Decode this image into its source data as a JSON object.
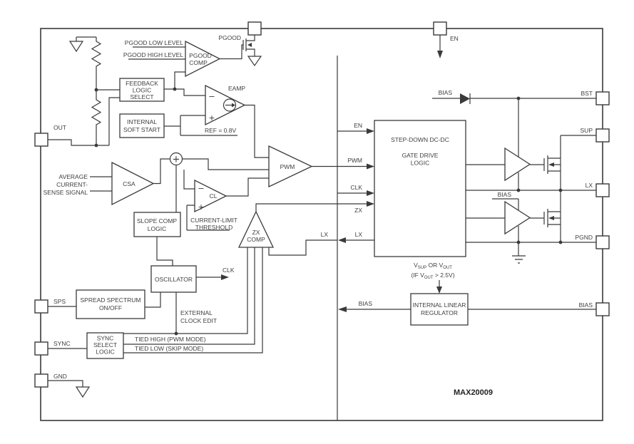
{
  "part": "MAX20009",
  "symbols": {
    "plus": "+",
    "minus": "−"
  },
  "pins": {
    "pgood": "PGOOD",
    "en": "EN",
    "out": "OUT",
    "sps": "SPS",
    "sync": "SYNC",
    "gnd": "GND",
    "bst": "BST",
    "sup": "SUP",
    "lx": "LX",
    "pgnd": "PGND",
    "bias": "BIAS"
  },
  "blocks": {
    "feedback": [
      "FEEDBACK",
      "LOGIC",
      "SELECT"
    ],
    "soft_start": [
      "INTERNAL",
      "SOFT START"
    ],
    "slope_comp": [
      "SLOPE COMP",
      "LOGIC"
    ],
    "oscillator": [
      "OSCILLATOR"
    ],
    "spread_spectrum": [
      "SPREAD SPECTRUM",
      "ON/OFF"
    ],
    "sync_select": [
      "SYNC",
      "SELECT",
      "LOGIC"
    ],
    "gate_drive": [
      "STEP-DOWN DC-DC",
      "GATE DRIVE",
      "LOGIC"
    ],
    "linear_reg": [
      "INTERNAL LINEAR",
      "REGULATOR"
    ]
  },
  "amps": {
    "pgood_comp": [
      "PGOOD",
      "COMP"
    ],
    "eamp": "EAMP",
    "csa": "CSA",
    "cl": "CL",
    "pwm": "PWM",
    "zx_comp": [
      "ZX",
      "COMP"
    ]
  },
  "labels": {
    "pgood_low": "PGOOD LOW LEVEL",
    "pgood_high": "PGOOD HIGH LEVEL",
    "ref": "REF = 0.8V",
    "avg_cs": [
      "AVERAGE",
      "CURRENT-",
      "SENSE SIGNAL"
    ],
    "cl_threshold": [
      "CURRENT-LIMIT",
      "THRESHOLD"
    ],
    "clk_out": "CLK",
    "ext_clock": [
      "EXTERNAL",
      "CLOCK EDIT"
    ],
    "tied_high": "TIED HIGH (PWM MODE)",
    "tied_low": "TIED LOW (SKIP MODE)",
    "bus": {
      "en": "EN",
      "pwm": "PWM",
      "clk": "CLK",
      "zx": "ZX",
      "lx": "LX",
      "lx_left": "LX"
    },
    "bias_top": "BIAS",
    "bias_drv": "BIAS",
    "bias_reg": "BIAS",
    "src1": {
      "a": "V",
      "b": "SUP",
      "c": " OR V",
      "d": "OUT"
    },
    "src2": {
      "a": "(IF V",
      "b": "OUT",
      "c": " > 2.5V)"
    }
  }
}
